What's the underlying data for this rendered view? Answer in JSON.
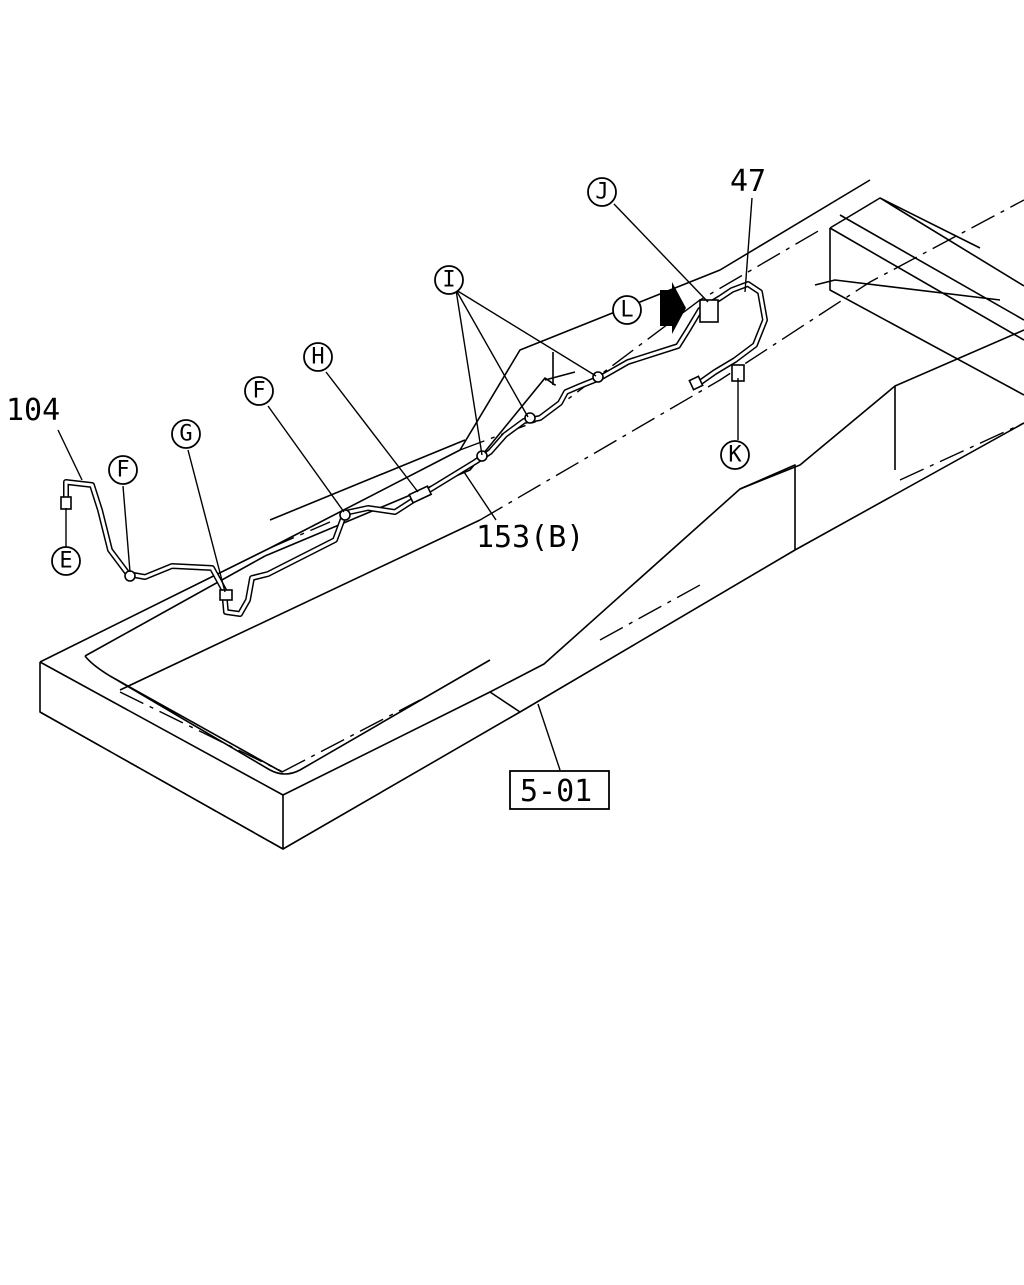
{
  "callouts": {
    "part_104": "104",
    "part_47": "47",
    "part_153b": "153(B)",
    "ref_box": "5-01"
  },
  "bubbles": {
    "e": "E",
    "f_left": "F",
    "f_mid": "F",
    "g": "G",
    "h": "H",
    "i": "I",
    "j": "J",
    "k": "K",
    "l": "L"
  }
}
